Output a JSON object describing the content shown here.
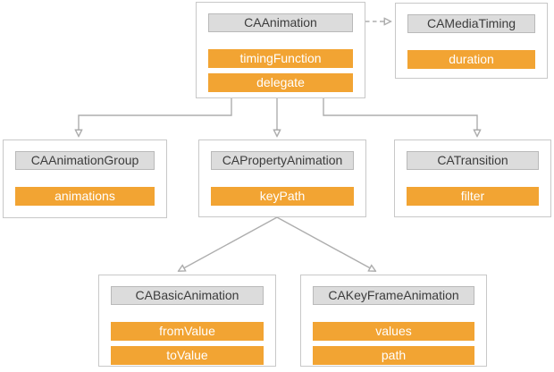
{
  "colors": {
    "accent_orange": "#F2A433",
    "header_fill": "#DCDCDC",
    "header_border": "#B9B9B9",
    "header_text": "#3C3C3C",
    "property_text": "#FFFFFF",
    "box_border": "#C8C8C8",
    "connector": "#ADADAD",
    "background": "#FFFFFF"
  },
  "nodes": {
    "caanimation": {
      "title": "CAAnimation",
      "properties": [
        "timingFunction",
        "delegate"
      ]
    },
    "camediatiming": {
      "title": "CAMediaTiming",
      "properties": [
        "duration"
      ]
    },
    "caanimationgroup": {
      "title": "CAAnimationGroup",
      "properties": [
        "animations"
      ]
    },
    "capropertyanimation": {
      "title": "CAPropertyAnimation",
      "properties": [
        "keyPath"
      ]
    },
    "catransition": {
      "title": "CATransition",
      "properties": [
        "filter"
      ]
    },
    "cabasicanimation": {
      "title": "CABasicAnimation",
      "properties": [
        "fromValue",
        "toValue"
      ]
    },
    "cakeyframeanimation": {
      "title": "CAKeyFrameAnimation",
      "properties": [
        "values",
        "path"
      ]
    }
  },
  "edges": [
    {
      "from": "CAAnimation",
      "to": "CAMediaTiming",
      "style": "dashed",
      "arrow": "open"
    },
    {
      "from": "CAAnimation",
      "to": "CAAnimationGroup",
      "style": "solid",
      "arrow": "open"
    },
    {
      "from": "CAAnimation",
      "to": "CAPropertyAnimation",
      "style": "solid",
      "arrow": "open"
    },
    {
      "from": "CAAnimation",
      "to": "CATransition",
      "style": "solid",
      "arrow": "open"
    },
    {
      "from": "CAPropertyAnimation",
      "to": "CABasicAnimation",
      "style": "solid",
      "arrow": "open"
    },
    {
      "from": "CAPropertyAnimation",
      "to": "CAKeyFrameAnimation",
      "style": "solid",
      "arrow": "open"
    }
  ]
}
